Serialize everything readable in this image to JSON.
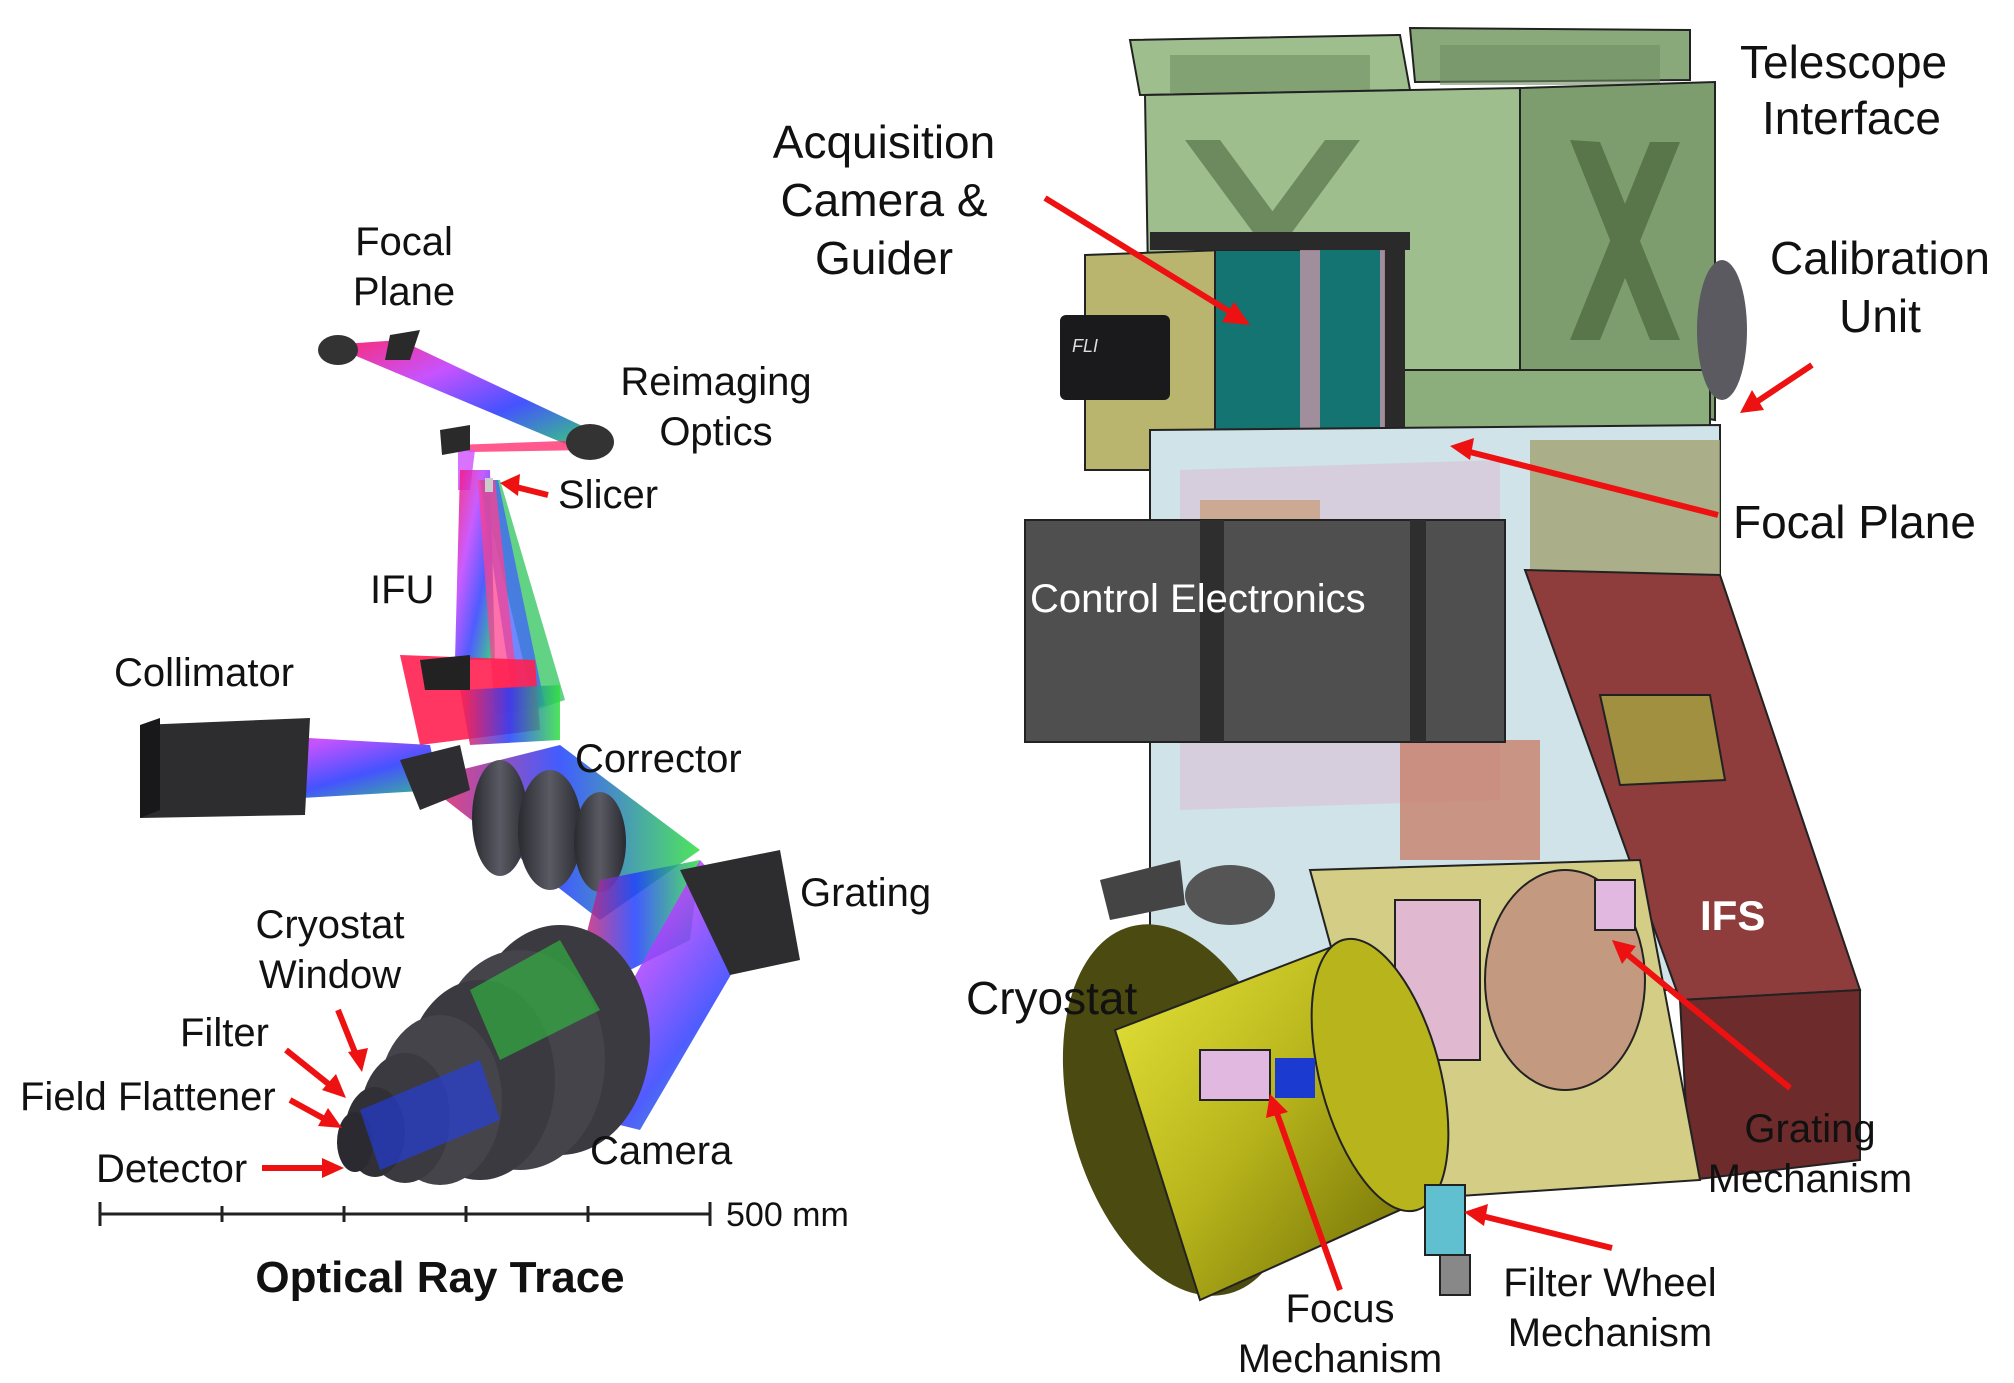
{
  "ray_trace": {
    "labels": {
      "focal_plane": [
        "Focal",
        "Plane"
      ],
      "reimaging_optics": [
        "Reimaging",
        "Optics"
      ],
      "slicer": "Slicer",
      "ifu": "IFU",
      "collimator": "Collimator",
      "corrector": "Corrector",
      "grating": "Grating",
      "cryostat_window": [
        "Cryostat",
        "Window"
      ],
      "filter": "Filter",
      "field_flattener": "Field Flattener",
      "detector": "Detector",
      "camera": "Camera"
    },
    "scale_label": "500 mm",
    "caption": "Optical Ray Trace"
  },
  "cad_model": {
    "labels": {
      "telescope_interface": [
        "Telescope",
        "Interface"
      ],
      "acquisition_camera": [
        "Acquisition",
        "Camera &",
        "Guider"
      ],
      "calibration_unit": [
        "Calibration",
        "Unit"
      ],
      "focal_plane": "Focal Plane",
      "control_electronics": "Control Electronics",
      "ifs": "IFS",
      "cryostat": "Cryostat",
      "grating_mechanism": [
        "Grating",
        "Mechanism"
      ],
      "focus_mechanism": [
        "Focus",
        "Mechanism"
      ],
      "filter_wheel_mechanism": [
        "Filter Wheel",
        "Mechanism"
      ]
    },
    "camera_badge": "FLI"
  },
  "colors": {
    "arrow": "#ee1111",
    "frame_green": "#9fbe8e",
    "ifs_red": "#8e3c3c",
    "electronics_gray": "#4f4f4f",
    "cryostat_yellow": "#b8b51c"
  }
}
